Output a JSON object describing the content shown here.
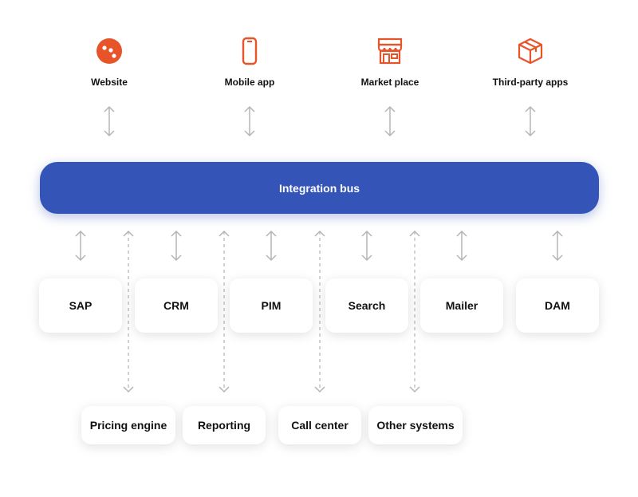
{
  "channels": [
    {
      "label": "Website",
      "icon": "website-dots-icon"
    },
    {
      "label": "Mobile app",
      "icon": "mobile-phone-icon"
    },
    {
      "label": "Market place",
      "icon": "storefront-icon"
    },
    {
      "label": "Third-party apps",
      "icon": "package-box-icon"
    }
  ],
  "bus": {
    "label": "Integration bus"
  },
  "systems": [
    "SAP",
    "CRM",
    "PIM",
    "Search",
    "Mailer",
    "DAM"
  ],
  "external": [
    "Pricing engine",
    "Reporting",
    "Call center",
    "Other systems"
  ],
  "colors": {
    "accent": "#e8542a",
    "bus": "#3454b8",
    "connector": "#b5b5b5"
  }
}
